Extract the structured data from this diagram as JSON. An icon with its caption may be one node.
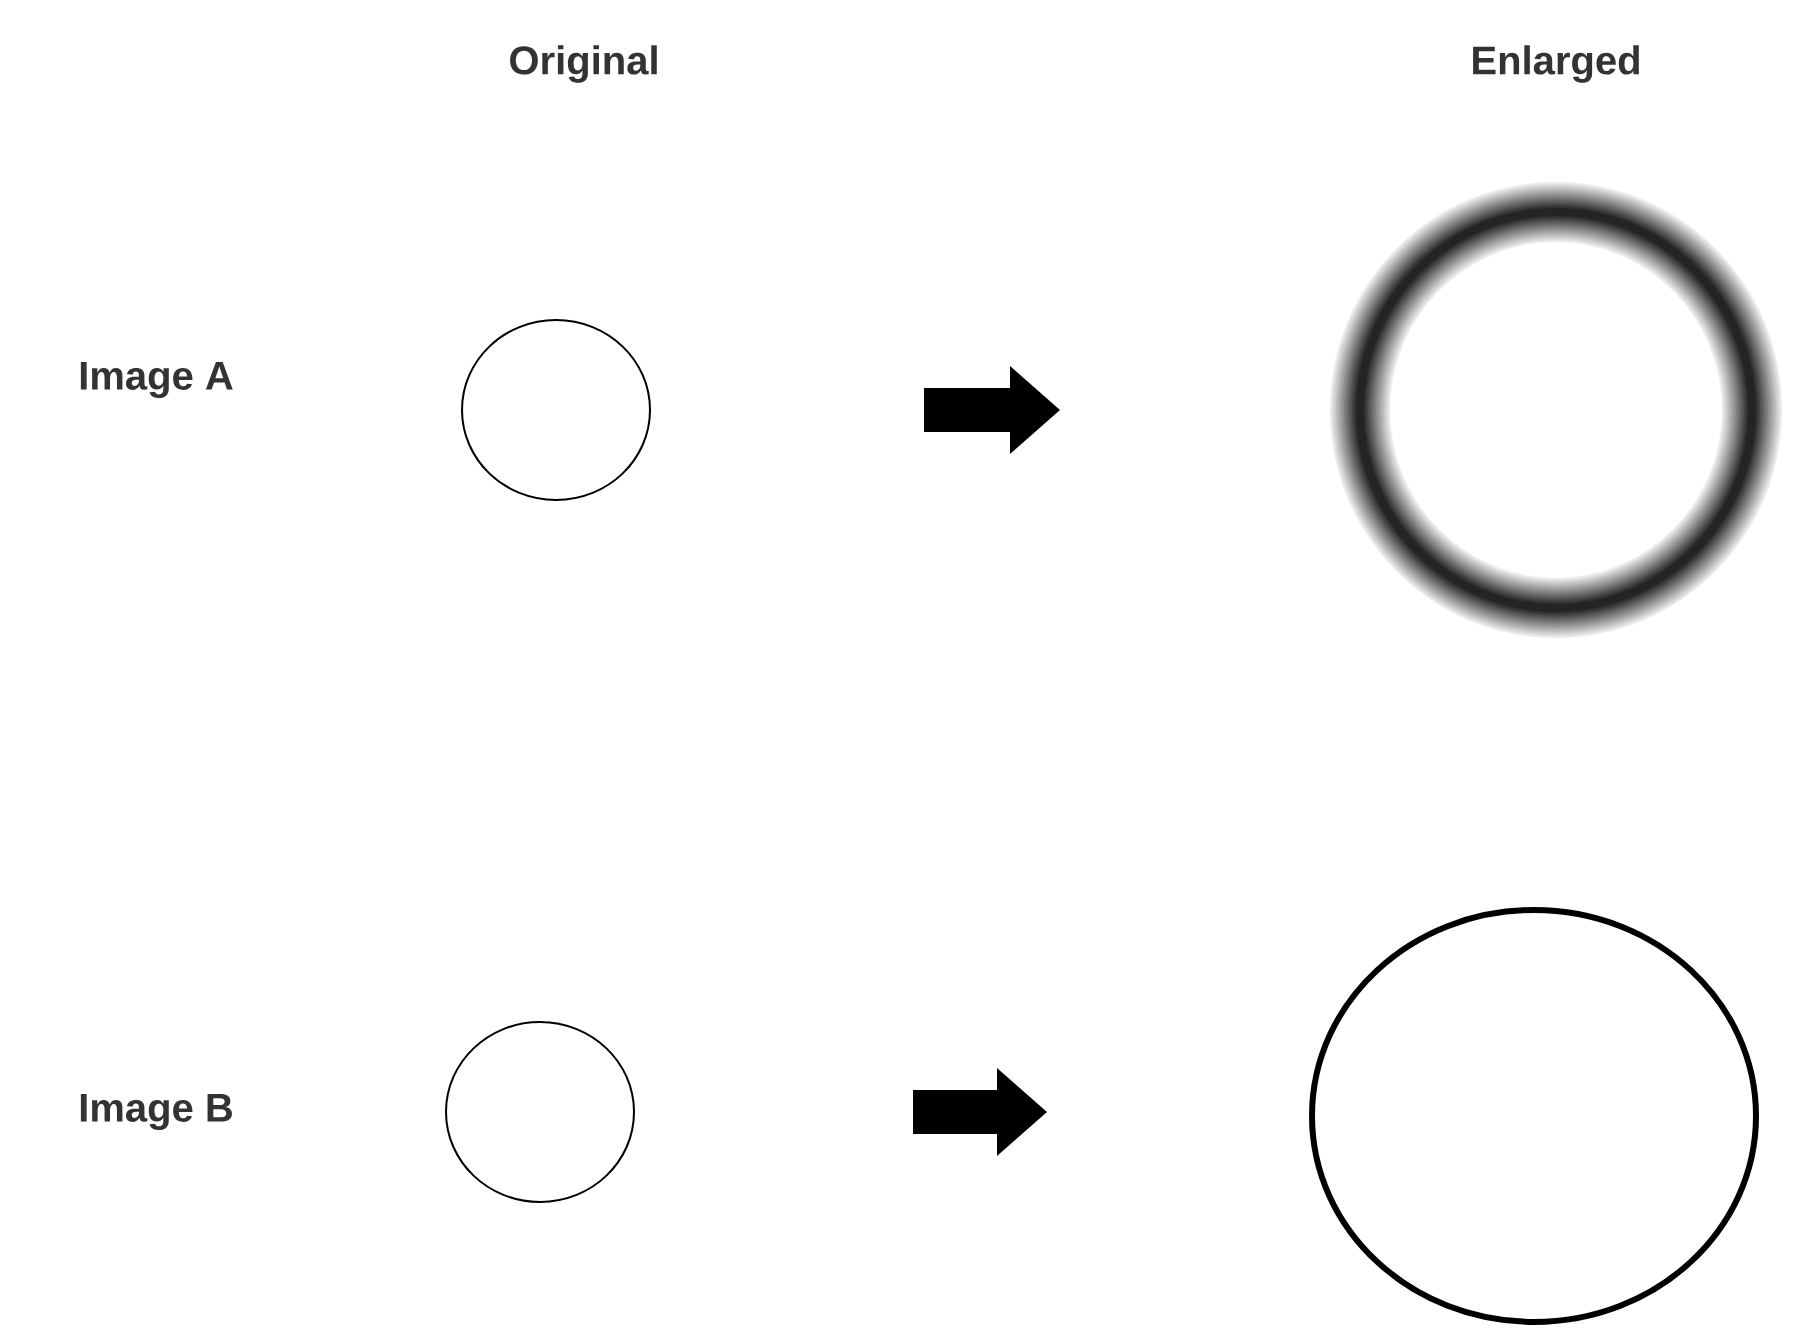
{
  "diagram": {
    "nodes": [
      {
        "text": [],
        "shape": "circle"
      },
      {
        "text": [],
        "shape": "arrow"
      },
      {
        "text": [],
        "shape": "circle"
      },
      {
        "text": [],
        "shape": "circle"
      },
      {
        "text": [],
        "shape": "arrow"
      },
      {
        "text": [],
        "shape": "circle"
      }
    ],
    "labels": [
      "Original",
      "Enlarged",
      "Image A",
      "Image B"
    ]
  }
}
